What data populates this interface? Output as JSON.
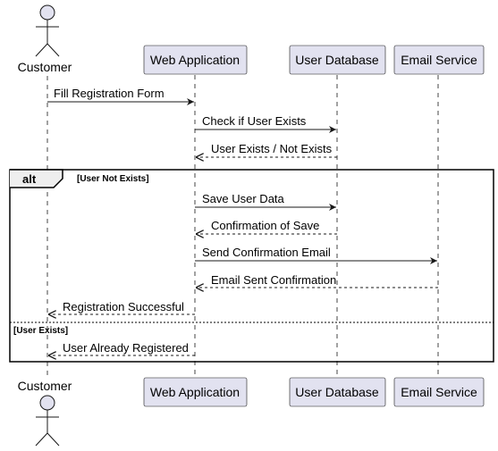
{
  "participants": [
    {
      "id": "customer",
      "label": "Customer",
      "kind": "actor"
    },
    {
      "id": "webapp",
      "label": "Web Application",
      "kind": "box"
    },
    {
      "id": "userdb",
      "label": "User Database",
      "kind": "box"
    },
    {
      "id": "email",
      "label": "Email Service",
      "kind": "box"
    }
  ],
  "messages": [
    {
      "from": "customer",
      "to": "webapp",
      "label": "Fill Registration Form",
      "style": "sync"
    },
    {
      "from": "webapp",
      "to": "userdb",
      "label": "Check if User Exists",
      "style": "sync"
    },
    {
      "from": "userdb",
      "to": "webapp",
      "label": "User Exists / Not Exists",
      "style": "reply"
    },
    {
      "from": "webapp",
      "to": "userdb",
      "label": "Save User Data",
      "style": "sync"
    },
    {
      "from": "userdb",
      "to": "webapp",
      "label": "Confirmation of Save",
      "style": "reply"
    },
    {
      "from": "webapp",
      "to": "email",
      "label": "Send Confirmation Email",
      "style": "sync"
    },
    {
      "from": "email",
      "to": "webapp",
      "label": "Email Sent Confirmation",
      "style": "reply"
    },
    {
      "from": "webapp",
      "to": "customer",
      "label": "Registration Successful",
      "style": "reply"
    },
    {
      "from": "webapp",
      "to": "customer",
      "label": "User Already Registered",
      "style": "reply"
    }
  ],
  "fragment": {
    "operator": "alt",
    "guards": [
      "[User Not Exists]",
      "[User Exists]"
    ]
  },
  "colors": {
    "participant_fill": "#E2E2F0",
    "participant_stroke": "#181818",
    "lifeline": "#181818",
    "line": "#181818"
  }
}
